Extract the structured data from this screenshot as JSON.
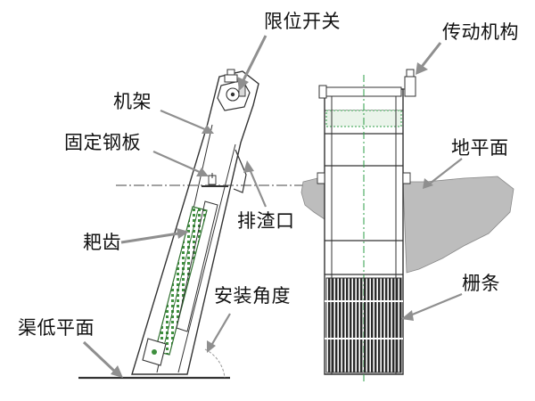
{
  "labels": {
    "limit_switch": "限位开关",
    "drive_mechanism": "传动机构",
    "frame": "机架",
    "fixed_steel_plate": "固定钢板",
    "ground_level": "地平面",
    "discharge_outlet": "排渣口",
    "rake_teeth": "耙齿",
    "install_angle": "安装角度",
    "grid_bars": "栅条",
    "channel_bottom": "渠低平面"
  },
  "colors": {
    "line": "#333333",
    "leader": "#8f8f8f",
    "guide_green": "#2e9c47",
    "rake_green": "#3e8f3e",
    "ground_fill": "#b9b9b9",
    "bars": "#2a2a2a"
  }
}
